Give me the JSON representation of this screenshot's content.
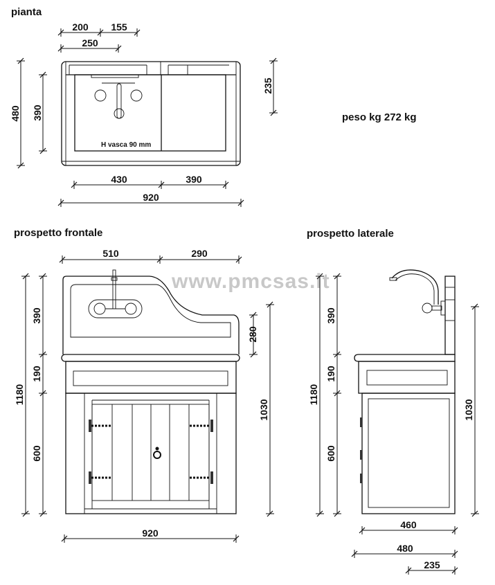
{
  "plan": {
    "title": "pianta",
    "weight_label": "peso kg 272 kg",
    "basin_note": "H vasca 90 mm",
    "dims": {
      "top_a": "200",
      "top_b": "155",
      "top_c": "250",
      "height_total": "480",
      "height_basin": "390",
      "right_depth": "235",
      "basin_left": "430",
      "basin_right": "390",
      "width_total": "920"
    }
  },
  "front": {
    "title": "prospetto frontale",
    "dims": {
      "top_left": "510",
      "top_right": "290",
      "total_height": "1180",
      "splash": "390",
      "apron": "190",
      "cabinet": "600",
      "step": "280",
      "counter_height": "1030",
      "width": "920"
    }
  },
  "side": {
    "title": "prospetto laterale",
    "dims": {
      "total_height": "1180",
      "splash": "390",
      "apron": "190",
      "cabinet": "600",
      "counter_height": "1030",
      "cabinet_depth": "460",
      "top_depth": "480",
      "splash_offset": "235"
    }
  },
  "watermark": "www.pmcsas.it",
  "colors": {
    "line": "#111111",
    "watermark": "#c8c8c8"
  }
}
